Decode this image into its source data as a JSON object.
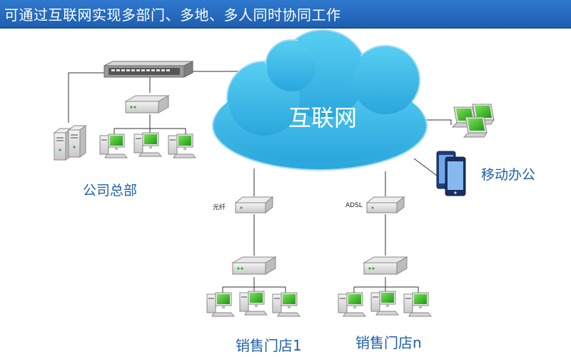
{
  "title": "可通过互联网实现多部门、多地、多人同时协同工作",
  "nodes": {
    "internet": "互联网",
    "hq": "公司总部",
    "mobile": "移动办公",
    "fiber": "光纤",
    "adsl": "ADSL",
    "store1": "销售门店1",
    "storen": "销售门店n"
  },
  "colors": {
    "title_bar": "#2f79cf",
    "cloud": "#33b8e6",
    "label_text": "#1f5fb0",
    "screen": "#2fb820"
  },
  "icons": [
    "switch-icon",
    "router-icon",
    "server-icon",
    "computer-icon",
    "laptop-icon",
    "tablet-icon",
    "cloud-icon"
  ]
}
